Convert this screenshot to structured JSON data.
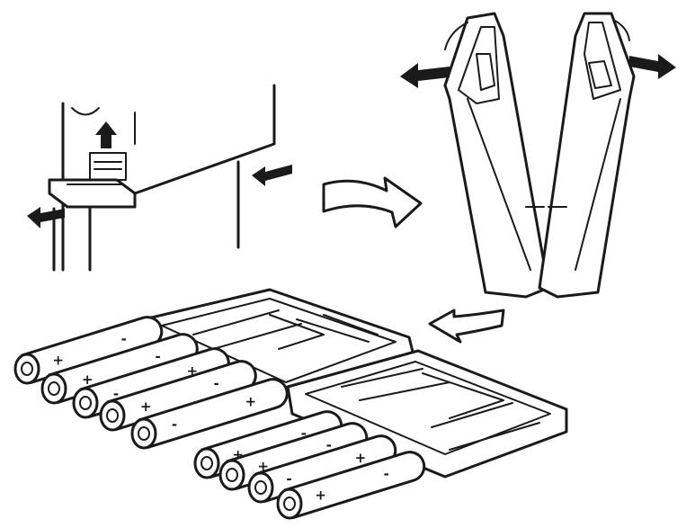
{
  "figure": {
    "background": "#ffffff",
    "ink": "#1a1a1a",
    "panels": [
      {
        "name": "radio-back-panel",
        "icon": "slide-latch-icon"
      },
      {
        "name": "battery-holder-open",
        "icon": "hinged-case-icon"
      },
      {
        "name": "battery-loading",
        "icon": "battery-icon"
      }
    ],
    "battery_count": 9,
    "battery_polarity": [
      [
        "+",
        "-"
      ],
      [
        "+",
        "-"
      ],
      [
        "-",
        "+"
      ],
      [
        "+",
        "-"
      ],
      [
        "-",
        "+"
      ],
      [
        "+",
        "-"
      ],
      [
        "+",
        "-"
      ],
      [
        "-",
        "+"
      ],
      [
        "+",
        "-"
      ]
    ],
    "arrows": [
      {
        "name": "latch-up-arrow",
        "direction": "up"
      },
      {
        "name": "latch-slide-left-arrow",
        "direction": "left"
      },
      {
        "name": "door-push-arrow",
        "direction": "left"
      },
      {
        "name": "flow-right-arrow",
        "direction": "right"
      },
      {
        "name": "open-left-arrow",
        "direction": "left"
      },
      {
        "name": "open-right-arrow",
        "direction": "right"
      },
      {
        "name": "flow-down-left-arrow",
        "direction": "down-left"
      }
    ]
  }
}
